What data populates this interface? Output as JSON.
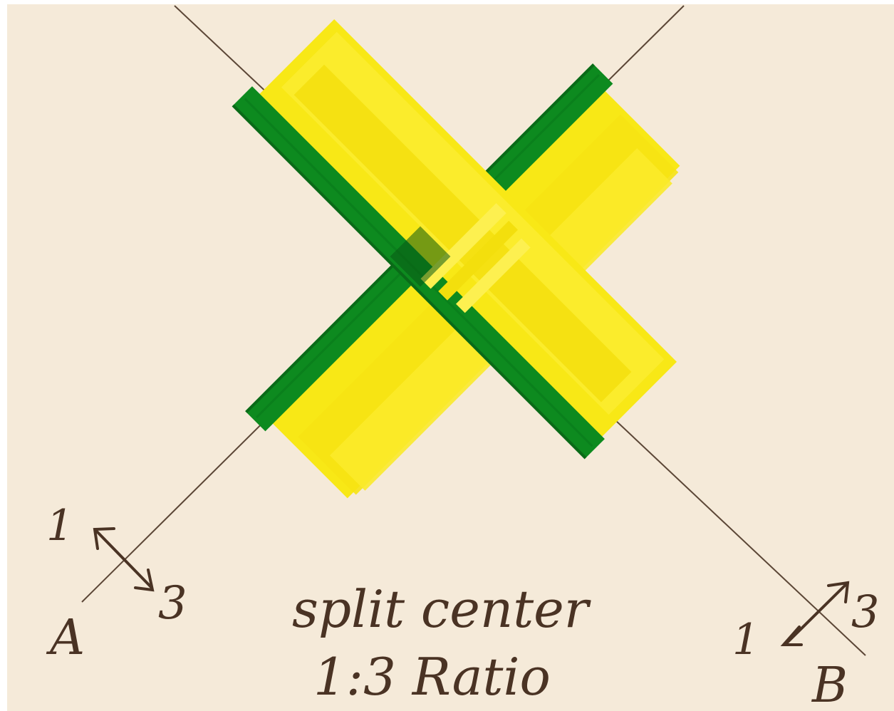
{
  "colors": {
    "board": "#f7ecdd",
    "tape_green": "#0d8a1f",
    "tape_green_dark": "#0a6a18",
    "tape_yellow": "#f8e816",
    "tape_yellow_light": "#fdf050",
    "ink": "#4a3324"
  },
  "annotations": {
    "left_ratio_one": "1",
    "left_ratio_three": "3",
    "left_end": "A",
    "right_ratio_one": "1",
    "right_ratio_three": "3",
    "right_end": "B"
  },
  "caption": {
    "line1": "split center",
    "line2": "1:3 Ratio"
  }
}
